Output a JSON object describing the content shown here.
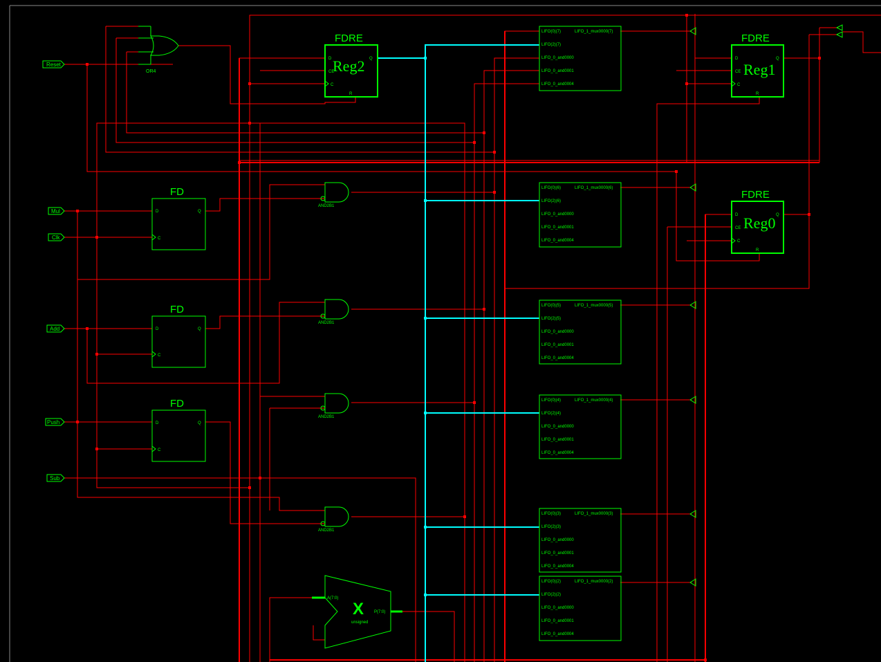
{
  "colors": {
    "background": "#000000",
    "wire": "#ff0000",
    "bus": "#00ffff",
    "component": "#00ff00",
    "frame": "#8a8a8a"
  },
  "ports": {
    "reset": "Reset",
    "mul": "Mul",
    "clk": "Clk",
    "add": "Add",
    "push": "Push",
    "sub": "Sub"
  },
  "gates": {
    "or4_label": "OR4",
    "and2b1_label": "AND2B1"
  },
  "flipflops": {
    "fd_type": "FD",
    "d_pin": "D",
    "q_pin": "Q",
    "c_pin": "C"
  },
  "registers": {
    "fdre_type": "FDRE",
    "ce_pin": "CE",
    "r_pin": "R",
    "reg2": "Reg2",
    "reg1": "Reg1",
    "reg0": "Reg0"
  },
  "multiplier": {
    "symbol": "X",
    "input_pin": "A(7:0)",
    "output_pin": "P(7:0)",
    "mode": "unsigned"
  },
  "lifo_blocks": [
    {
      "in0": "LIFO(0)(7)",
      "out": "LIFO_1_mux0000(7)",
      "in1": "LIFO(2)(7)"
    },
    {
      "in0": "LIFO(0)(6)",
      "out": "LIFO_1_mux0000(6)",
      "in1": "LIFO(2)(6)"
    },
    {
      "in0": "LIFO(0)(5)",
      "out": "LIFO_1_mux0000(5)",
      "in1": "LIFO(2)(5)"
    },
    {
      "in0": "LIFO(0)(4)",
      "out": "LIFO_1_mux0000(4)",
      "in1": "LIFO(2)(4)"
    },
    {
      "in0": "LIFO(0)(3)",
      "out": "LIFO_1_mux0000(3)",
      "in1": "LIFO(2)(3)"
    },
    {
      "in0": "LIFO(0)(2)",
      "out": "LIFO_1_mux0000(2)",
      "in1": "LIFO(2)(2)"
    }
  ],
  "lifo_pins": [
    "LIFO_0_and0000",
    "LIFO_0_and0001",
    "LIFO_0_and0004"
  ]
}
